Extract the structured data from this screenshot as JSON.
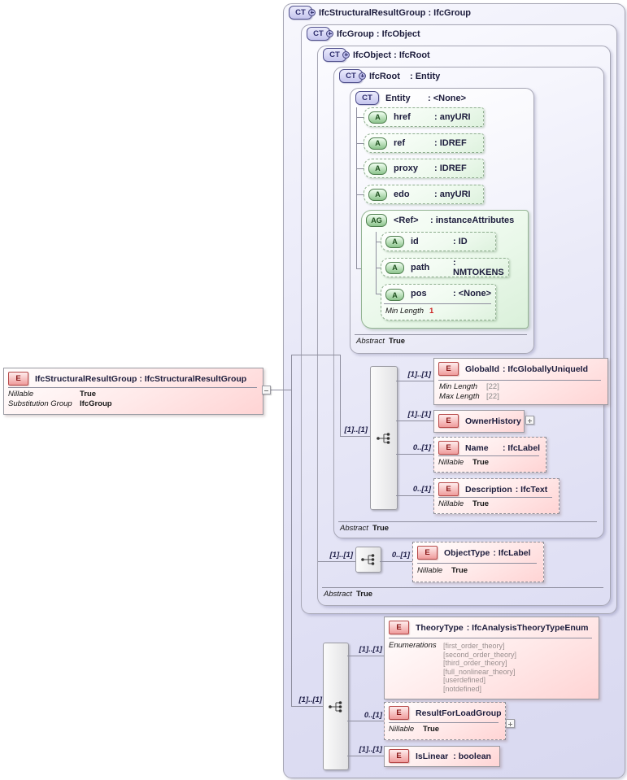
{
  "badges": {
    "ct": "CT",
    "e": "E",
    "a": "A",
    "ag": "AG"
  },
  "cards": {
    "one": "[1]..[1]",
    "opt": "0..[1]"
  },
  "abstract": {
    "label": "Abstract",
    "value": "True"
  },
  "nillable": {
    "label": "Nillable",
    "value": "True"
  },
  "root_element": {
    "title": "IfcStructuralResultGroup : IfcStructuralResultGroup",
    "facets": [
      {
        "label": "Nillable",
        "value": "True"
      },
      {
        "label": "Substitution Group",
        "value": "IfcGroup"
      }
    ]
  },
  "ct": {
    "outer_title": "IfcStructuralResultGroup : IfcGroup",
    "ifcgroup_title": "IfcGroup : IfcObject",
    "ifcobject_title": "IfcObject : IfcRoot",
    "ifcroot_name": "IfcRoot",
    "ifcroot_type": ": Entity",
    "entity_name": "Entity",
    "entity_type": ": <None>"
  },
  "entity_attrs": [
    {
      "name": "href",
      "type": ": anyURI"
    },
    {
      "name": "ref",
      "type": ": IDREF"
    },
    {
      "name": "proxy",
      "type": ": IDREF"
    },
    {
      "name": "edo",
      "type": ": anyURI"
    }
  ],
  "attr_group": {
    "name": "<Ref>",
    "type": ": instanceAttributes",
    "attrs": [
      {
        "name": "id",
        "type": ": ID"
      },
      {
        "name": "path",
        "type": ": NMTOKENS"
      },
      {
        "name": "pos",
        "type": ": <None>"
      }
    ],
    "pos_facet": {
      "label": "Min Length",
      "value": "1"
    }
  },
  "globalid": {
    "name": "GlobalId",
    "type": ": IfcGloballyUniqueId",
    "facets": [
      {
        "label": "Min Length",
        "value": "[22]"
      },
      {
        "label": "Max Length",
        "value": "[22]"
      }
    ]
  },
  "ownerhistory": {
    "name": "OwnerHistory"
  },
  "name_el": {
    "name": "Name",
    "type": ": IfcLabel"
  },
  "description": {
    "name": "Description",
    "type": ": IfcText"
  },
  "objecttype": {
    "name": "ObjectType",
    "type": ": IfcLabel"
  },
  "theorytype": {
    "name": "TheoryType",
    "type": ": IfcAnalysisTheoryTypeEnum",
    "facet_label": "Enumerations",
    "enums": [
      "[first_order_theory]",
      "[second_order_theory]",
      "[third_order_theory]",
      "[full_nonlinear_theory]",
      "[userdefined]",
      "[notdefined]"
    ]
  },
  "resultforloadgroup": {
    "name": "ResultForLoadGroup"
  },
  "islinear": {
    "name": "IsLinear",
    "type": ": boolean"
  }
}
